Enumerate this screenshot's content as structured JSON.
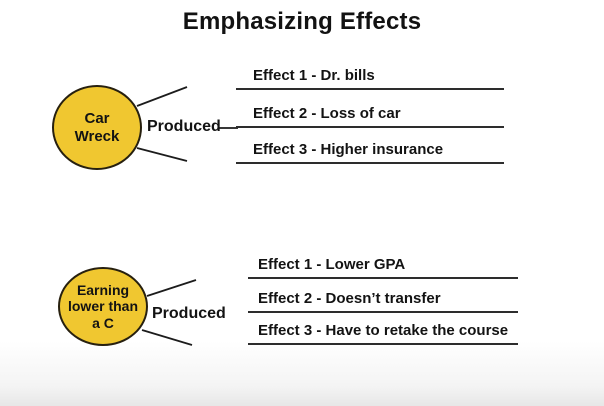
{
  "title": "Emphasizing Effects",
  "colors": {
    "background": "#ffffff",
    "circle_fill": "#f0c730",
    "circle_border": "#27200f",
    "line": "#2d2d2d",
    "text": "#131313"
  },
  "groups": [
    {
      "cause_lines": [
        "Car",
        "Wreck"
      ],
      "connector_label": "Produced",
      "effects": [
        {
          "label": "Effect 1 - Dr. bills"
        },
        {
          "label": "Effect 2 - Loss of car"
        },
        {
          "label": "Effect 3 - Higher insurance"
        }
      ]
    },
    {
      "cause_lines": [
        "Earning",
        "lower than",
        "a C"
      ],
      "connector_label": "Produced",
      "effects": [
        {
          "label": "Effect 1 - Lower GPA"
        },
        {
          "label": "Effect 2 - Doesn’t transfer"
        },
        {
          "label": "Effect 3 - Have to retake the course"
        }
      ]
    }
  ]
}
